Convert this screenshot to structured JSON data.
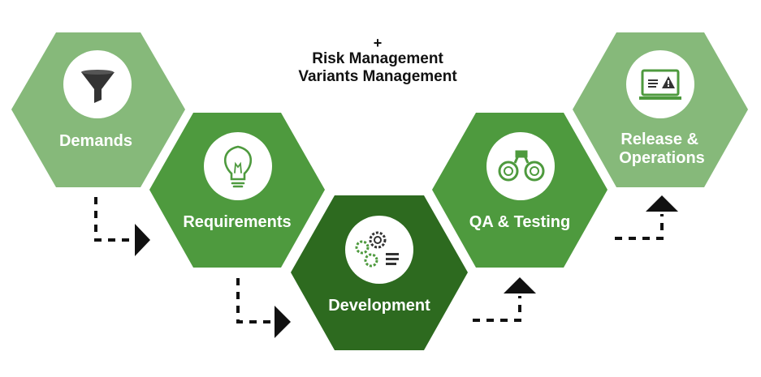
{
  "header": {
    "plus": "+",
    "line1": "Risk Management",
    "line2": "Variants Management"
  },
  "stages": [
    {
      "id": "demands",
      "label": "Demands",
      "icon": "funnel-icon"
    },
    {
      "id": "requirements",
      "label": "Requirements",
      "icon": "lightbulb-icon"
    },
    {
      "id": "development",
      "label": "Development",
      "icon": "gears-icon"
    },
    {
      "id": "qa",
      "label": "QA & Testing",
      "icon": "binoculars-icon"
    },
    {
      "id": "release",
      "label_lines": [
        "Release &",
        "Operations"
      ],
      "icon": "monitor-warning-icon"
    }
  ],
  "colors": {
    "light_green": "#86b97a",
    "mid_green": "#4e9a3e",
    "dark_green": "#2d6a1f",
    "arrow": "#111111",
    "icon_dark": "#333333",
    "icon_green": "#4e9a3e"
  }
}
